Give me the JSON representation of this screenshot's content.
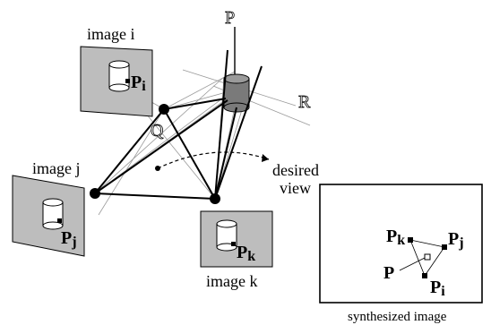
{
  "labels": {
    "point_P_top": "P",
    "point_Q": "Q",
    "point_R": "R",
    "image_i": "image i",
    "image_j": "image j",
    "image_k": "image k",
    "desired_view_line1": "desired",
    "desired_view_line2": "view",
    "synthesized_image": "synthesized image",
    "proj_i": "P",
    "proj_i_sub": "i",
    "proj_j": "P",
    "proj_j_sub": "j",
    "proj_k": "P",
    "proj_k_sub": "k",
    "synth_P": "P",
    "synth_Pi": "P",
    "synth_Pi_sub": "i",
    "synth_Pj": "P",
    "synth_Pj_sub": "j",
    "synth_Pk": "P",
    "synth_Pk_sub": "k"
  },
  "colors": {
    "image_fill": "#bdbdbd",
    "object_fill": "#7a7a7a",
    "ray_light": "#9a9a9a",
    "ink": "#000000"
  }
}
